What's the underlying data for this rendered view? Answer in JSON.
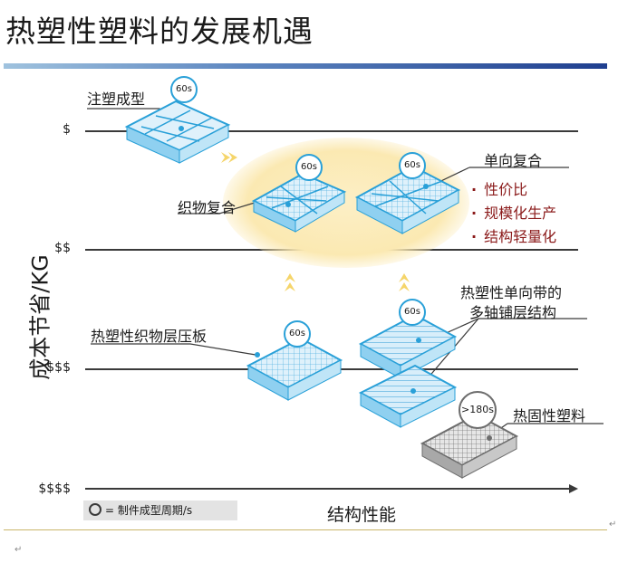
{
  "title": "热塑性塑料的发展机遇",
  "y_axis_label": "成本节省/KG",
  "x_axis_label": "结构性能",
  "cost_levels": [
    "$",
    "$$",
    "$$$",
    "$$$$"
  ],
  "legend_text": "= 制件成型周期/s",
  "products": {
    "injection": {
      "label": "注塑成型",
      "cycle": "60s"
    },
    "fabric_composite": {
      "label": "织物复合",
      "cycle": "60s"
    },
    "unidirectional_composite": {
      "label": "单向复合",
      "cycle": "60s"
    },
    "fabric_laminate": {
      "label": "热塑性织物层压板",
      "cycle": "60s"
    },
    "ud_tape": {
      "label_line1": "热塑性单向带的",
      "label_line2": "多轴铺层结构",
      "cycle": "60s"
    },
    "thermoset": {
      "label": "热固性塑料",
      "cycle": ">180s"
    }
  },
  "benefits": [
    "性价比",
    "规模化生产",
    "结构轻量化"
  ],
  "bullet": "·",
  "colors": {
    "accent": "#29a0d8",
    "tile_fill": "#d6ecf9",
    "halo": "#fbeab8",
    "benefit_text": "#8b1a1a",
    "arrow": "#f5d56a"
  }
}
